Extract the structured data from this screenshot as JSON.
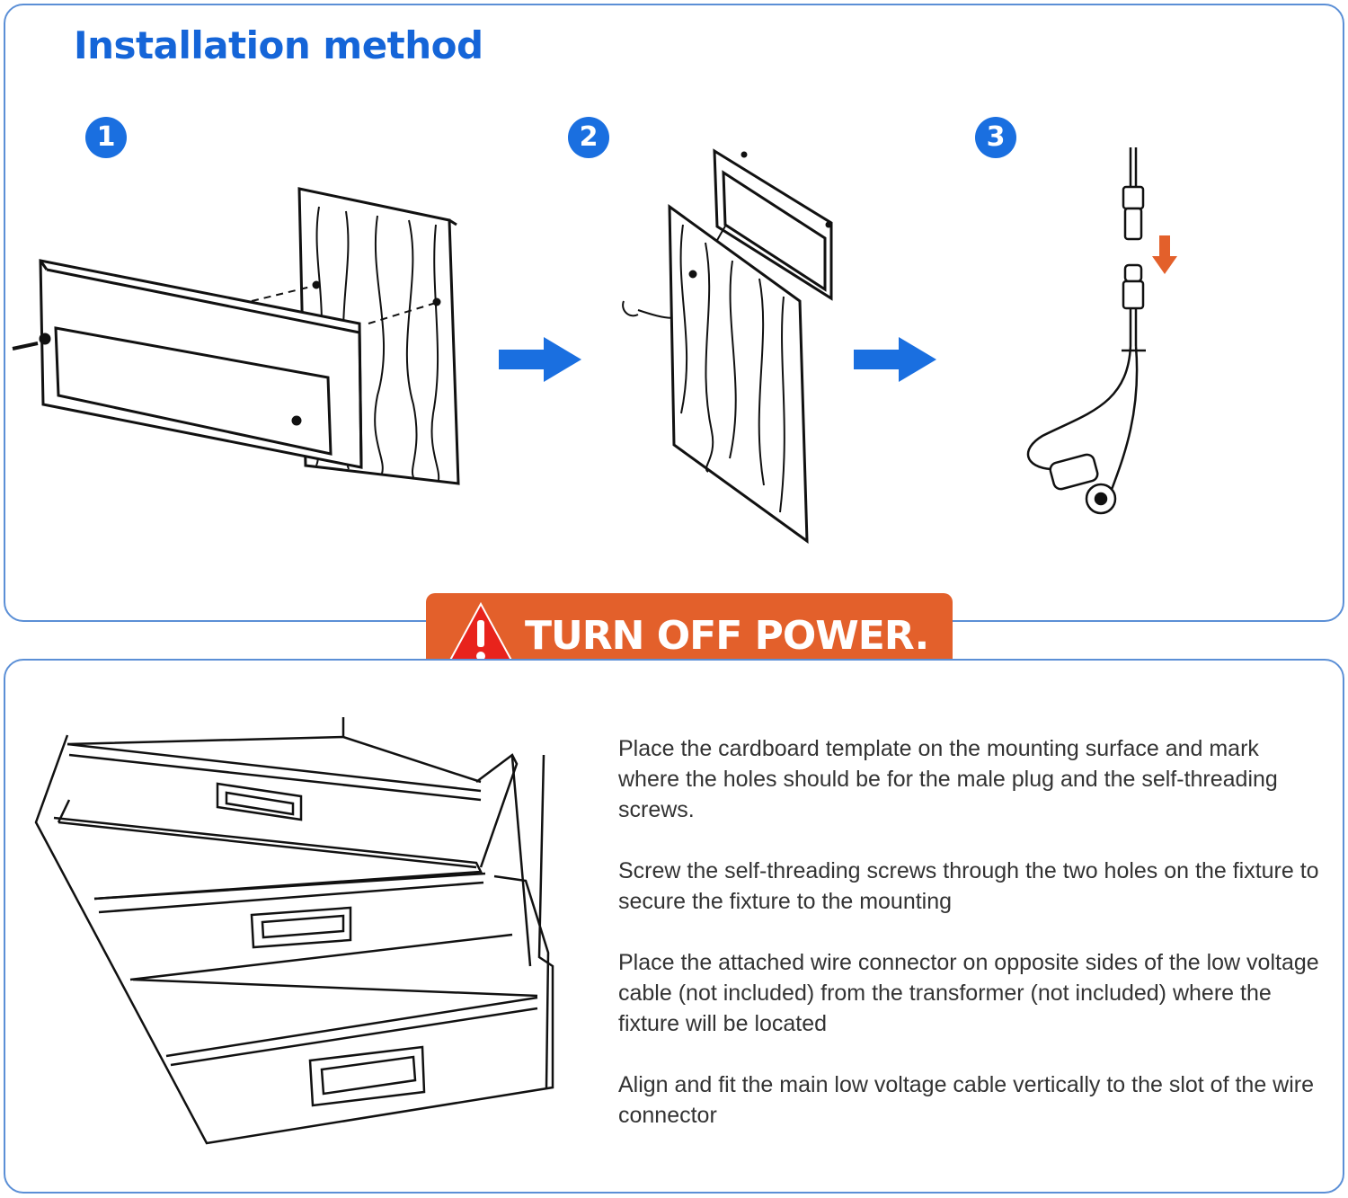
{
  "title": "Installation method",
  "steps": [
    "1",
    "2",
    "3"
  ],
  "warning": {
    "text": "TURN OFF POWER.",
    "icon": "warning-triangle-icon",
    "color": "#e3602b"
  },
  "instructions": [
    "Place the cardboard template on the mounting surface and mark where the holes should be for the male plug and the self-threading screws.",
    "Screw the self-threading screws through the two holes on the fixture to secure the fixture to the mounting",
    "Place the attached wire connector on opposite sides of the low voltage cable (not included) from the transformer (not included) where the fixture will be located",
    "Align and fit the main low voltage cable vertically to the slot of the wire connector"
  ],
  "colors": {
    "accent": "#1565d8",
    "arrow": "#1a6fe0",
    "border": "#5b8fd6",
    "down_arrow": "#e3602b"
  }
}
